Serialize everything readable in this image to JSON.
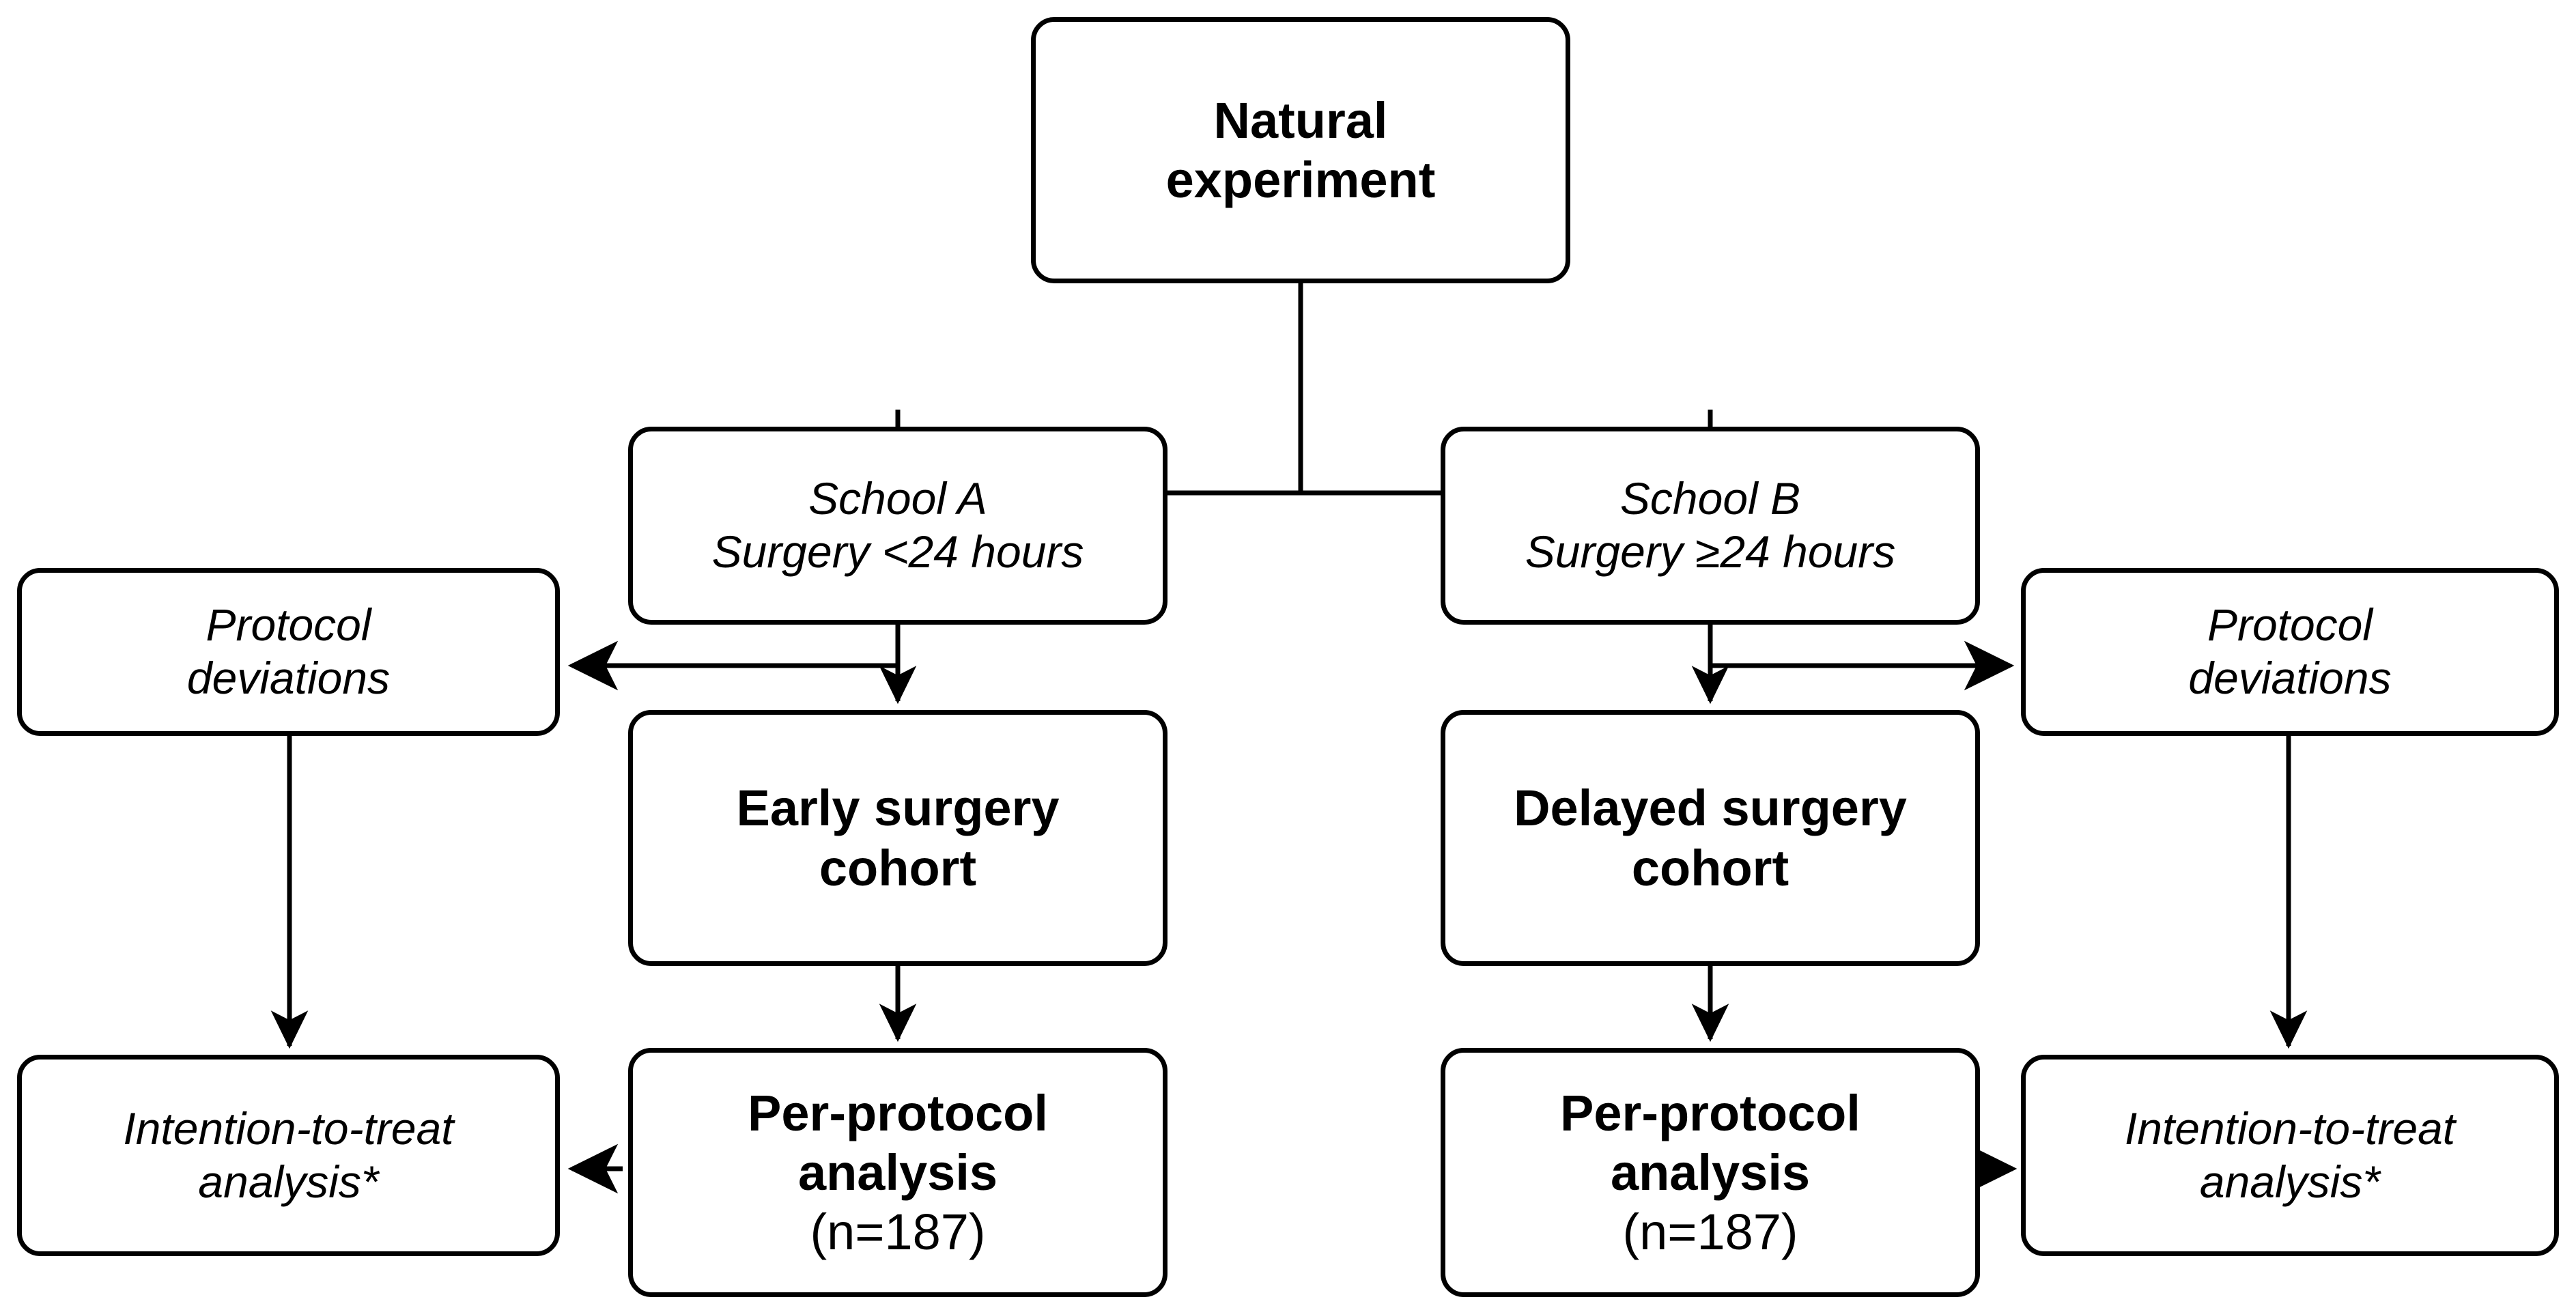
{
  "diagram": {
    "type": "flowchart",
    "title": "Natural experiment study design flowchart",
    "nodes": {
      "root": {
        "line1": "Natural",
        "line2": "experiment"
      },
      "school_a": {
        "line1": "School A",
        "line2": "Surgery <24 hours"
      },
      "school_b": {
        "line1": "School B",
        "line2": "Surgery ≥24 hours"
      },
      "protocol_dev_left": {
        "line1": "Protocol",
        "line2": "deviations"
      },
      "protocol_dev_right": {
        "line1": "Protocol",
        "line2": "deviations"
      },
      "early_cohort": {
        "line1": "Early surgery",
        "line2": "cohort"
      },
      "delayed_cohort": {
        "line1": "Delayed surgery",
        "line2": "cohort"
      },
      "per_protocol_left": {
        "line1": "Per-protocol",
        "line2": "analysis",
        "line3": "(n=187)"
      },
      "per_protocol_right": {
        "line1": "Per-protocol",
        "line2": "analysis",
        "line3": "(n=187)"
      },
      "itt_left": {
        "line1": "Intention-to-treat",
        "line2": "analysis*"
      },
      "itt_right": {
        "line1": "Intention-to-treat",
        "line2": "analysis*"
      }
    },
    "colors": {
      "stroke": "#000000",
      "fill": "#ffffff",
      "text": "#000000"
    }
  }
}
